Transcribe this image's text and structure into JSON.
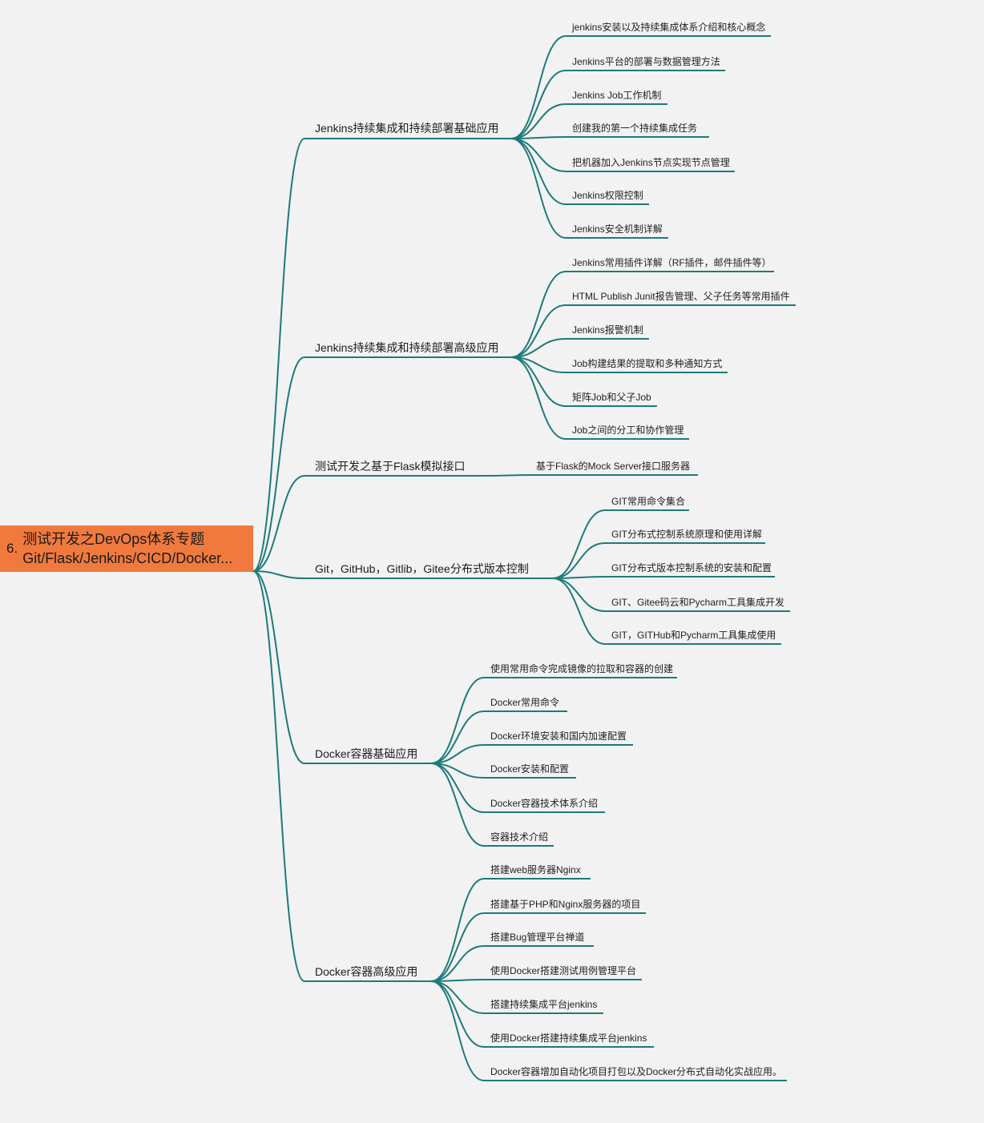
{
  "colors": {
    "line": "#1f7a7a",
    "root_bg": "#f07a3e",
    "background": "#f2f2f2"
  },
  "root": {
    "number": "6.",
    "line1": "测试开发之DevOps体系专题",
    "line2": "Git/Flask/Jenkins/CICD/Docker..."
  },
  "branches": [
    {
      "label": "Jenkins持续集成和持续部署基础应用",
      "children": [
        "jenkins安装以及持续集成体系介绍和核心概念",
        "Jenkins平台的部署与数据管理方法",
        "Jenkins Job工作机制",
        "创建我的第一个持续集成任务",
        "把机器加入Jenkins节点实现节点管理",
        "Jenkins权限控制",
        "Jenkins安全机制详解"
      ]
    },
    {
      "label": "Jenkins持续集成和持续部署高级应用",
      "children": [
        "Jenkins常用插件详解（RF插件，邮件插件等）",
        "HTML Publish Junit报告管理、父子任务等常用插件",
        "Jenkins报警机制",
        "Job构建结果的提取和多种通知方式",
        "矩阵Job和父子Job",
        "Job之间的分工和协作管理"
      ]
    },
    {
      "label": "测试开发之基于Flask模拟接口",
      "children": [
        "基于Flask的Mock Server接口服务器"
      ]
    },
    {
      "label": "Git，GitHub，Gitlib，Gitee分布式版本控制",
      "children": [
        "GIT常用命令集合",
        "GIT分布式控制系统原理和使用详解",
        "GIT分布式版本控制系统的安装和配置",
        "GIT、Gitee码云和Pycharm工具集成开发",
        "GIT，GITHub和Pycharm工具集成使用"
      ]
    },
    {
      "label": "Docker容器基础应用",
      "children": [
        "使用常用命令完成镜像的拉取和容器的创建",
        "Docker常用命令",
        "Docker环境安装和国内加速配置",
        "Docker安装和配置",
        "Docker容器技术体系介绍",
        "容器技术介绍"
      ]
    },
    {
      "label": "Docker容器高级应用",
      "children": [
        "搭建web服务器Nginx",
        "搭建基于PHP和Nginx服务器的项目",
        "搭建Bug管理平台禅道",
        "使用Docker搭建测试用例管理平台",
        "搭建持续集成平台jenkins",
        "使用Docker搭建持续集成平台jenkins",
        "Docker容器增加自动化项目打包以及Docker分布式自动化实战应用。"
      ]
    }
  ]
}
